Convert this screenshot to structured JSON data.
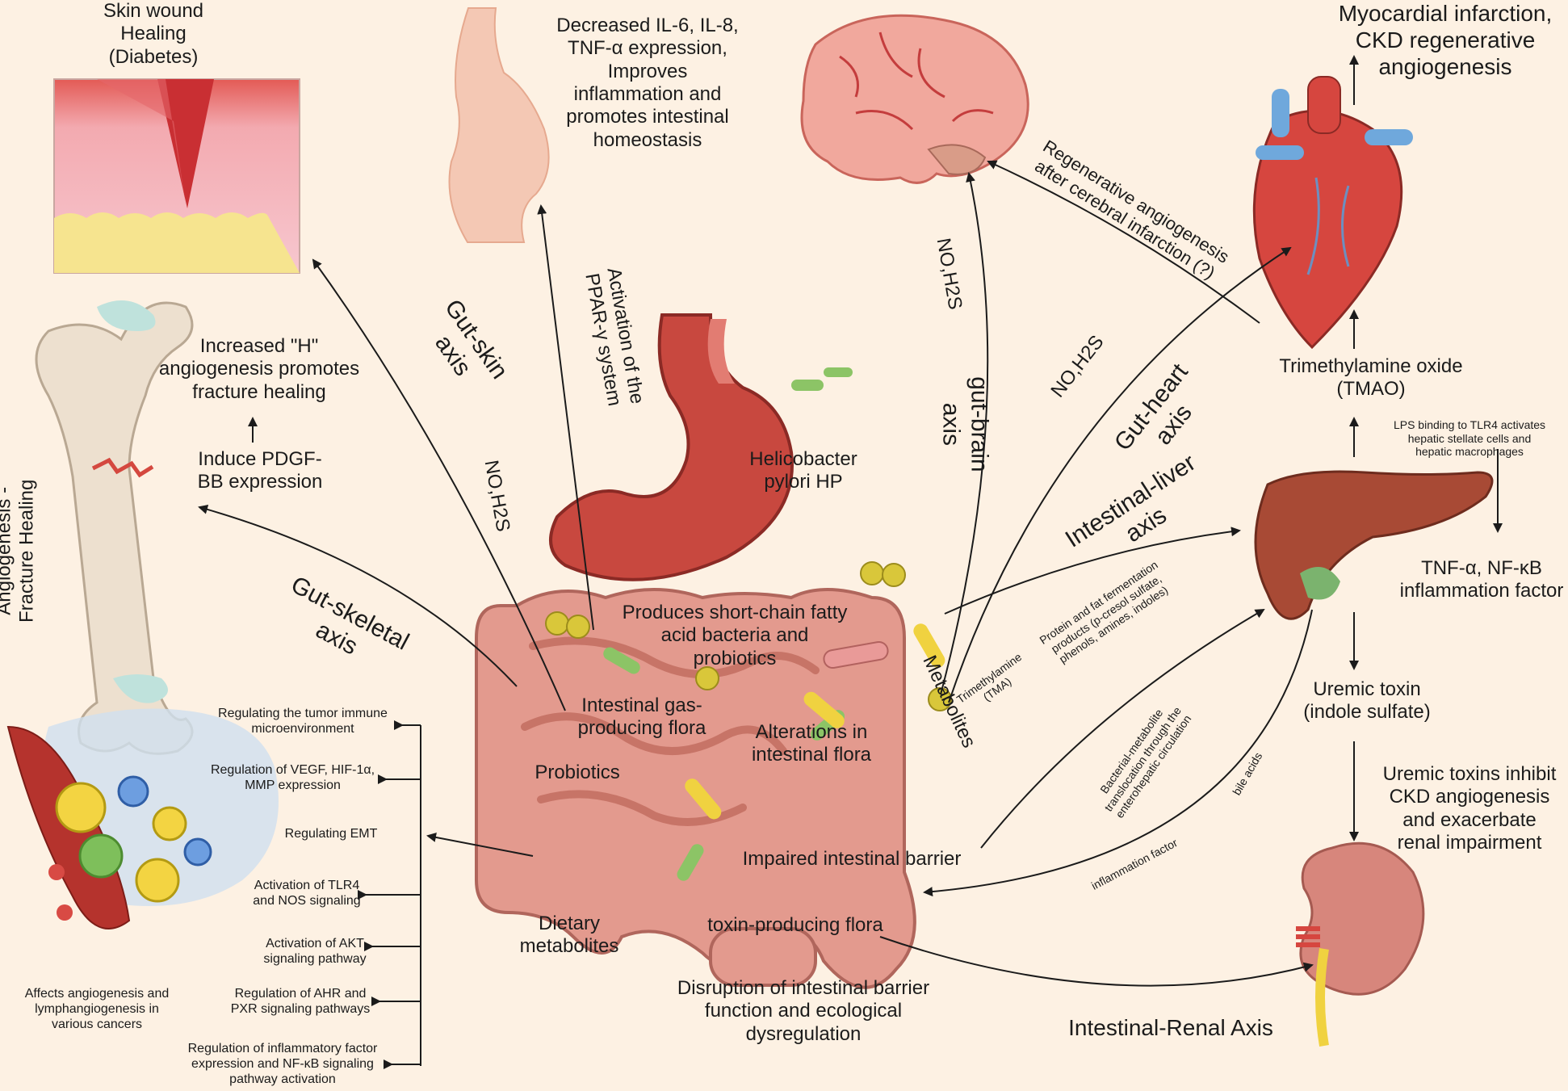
{
  "panels": {
    "skin": {
      "title": "Skin wound\nHealing\n(Diabetes)"
    },
    "ppar": {
      "effect": "Decreased IL-6, IL-8,\nTNF-α expression,\nImproves\ninflammation and\npromotes intestinal\nhomeostasis"
    },
    "bone": {
      "outcome": "Increased \"H\"\nangiogenesis promotes\nfracture healing",
      "pdgf": "Induce PDGF-\nBB expression",
      "side_title": "Angiogenesis -\nFracture Healing"
    },
    "heart": {
      "outcome": "Myocardial infarction,\nCKD regenerative\nangiogenesis"
    },
    "liver": {
      "tmao": "Trimethylamine oxide\n(TMAO)",
      "lps": "LPS binding to TLR4 activates\nhepatic stellate cells and\nhepatic macrophages",
      "tnf": "TNF-α,  NF-κB\ninflammation factor",
      "uremic": "Uremic toxin\n(indole sulfate)"
    },
    "kidney": {
      "effect": "Uremic toxins inhibit\nCKD angiogenesis\nand exacerbate\nrenal impairment"
    },
    "stomach": {
      "hp": "Helicobacter\npylori HP"
    },
    "cancer": {
      "caption": "Affects angiogenesis and\nlymphangiogenesis in\nvarious cancers",
      "mechanisms": [
        "Regulating the tumor immune\nmicroenvironment",
        "Regulation of VEGF, HIF-1α,\nMMP expression",
        "Regulating EMT",
        "Activation of TLR4\nand NOS signaling",
        "Activation of AKT\nsignaling pathway",
        "Regulation of AHR and\nPXR signaling pathways",
        "Regulation of inflammatory factor\nexpression and NF-κB signaling\npathway activation"
      ]
    }
  },
  "axes": {
    "gut_skin": "Gut-skin\naxis",
    "gut_skeletal": "Gut-skeletal\naxis",
    "gut_brain": "gut-brain\naxis",
    "gut_heart": "Gut-heart\naxis",
    "intestinal_liver": "Intestinal-liver\naxis",
    "intestinal_renal": "Intestinal-Renal Axis"
  },
  "arrow_labels": {
    "ppar": "Activation of the\nPPAR-γ system",
    "no_h2s_skin": "NO,H2S",
    "no_h2s_brain": "NO,H2S",
    "no_h2s_heart": "NO,H2S",
    "cerebral": "Regenerative angiogenesis\nafter cerebral infarction (?)",
    "protein_fat": "Protein and fat fermentation\nproducts (p-cresol sulfate,\nphenols, amines, indoles)",
    "bacterial_metabolite": "Bacterial-metabolite\ntranslocation through the\nenterohepatic circulation",
    "bile_acids": "bile acids",
    "inflammation_factor": "inflammation factor",
    "tma": "Trimethylamine\n(TMA)",
    "metabolites": "Metabolites"
  },
  "gut": {
    "scfa": "Produces short-chain fatty\nacid bacteria and\nprobiotics",
    "gas": "Intestinal gas-\nproducing flora",
    "probiotics": "Probiotics",
    "alterations": "Alterations in\nintestinal flora",
    "barrier": "Impaired intestinal barrier",
    "dietary": "Dietary\nmetabolites",
    "toxin": "toxin-producing flora",
    "disruption": "Disruption of intestinal barrier\nfunction and ecological\ndysregulation"
  },
  "colors": {
    "background": "#fdf1e3",
    "organ_red": "#c0473e",
    "intestine_pink": "#e39a8e",
    "liver_brown": "#a84a35",
    "bacteria_green": "#8cc466",
    "bacteria_yellow": "#f0d240",
    "arrow": "#1b1b1b"
  }
}
